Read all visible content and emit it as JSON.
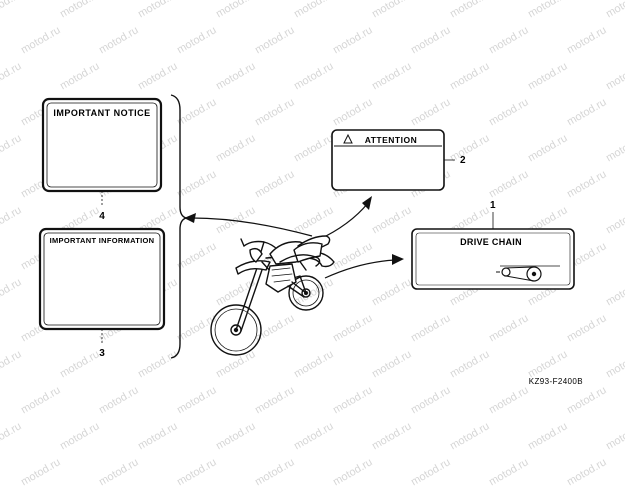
{
  "watermark": {
    "text": "motod.ru",
    "color": "#d6d6d6"
  },
  "labels": {
    "important_notice": "IMPORTANT NOTICE",
    "attention": "ATTENTION",
    "important_information": "IMPORTANT INFORMATION",
    "drive_chain": "DRIVE CHAIN"
  },
  "callouts": {
    "c1": "1",
    "c2": "2",
    "c3": "3",
    "c4": "4"
  },
  "diagram_code": "KZ93-F2400B",
  "icons": [
    "warning-triangle-icon",
    "chain-sprocket-icon",
    "motorcycle-illustration"
  ],
  "colors": {
    "line": "#111111",
    "plate_fill": "#ffffff"
  }
}
